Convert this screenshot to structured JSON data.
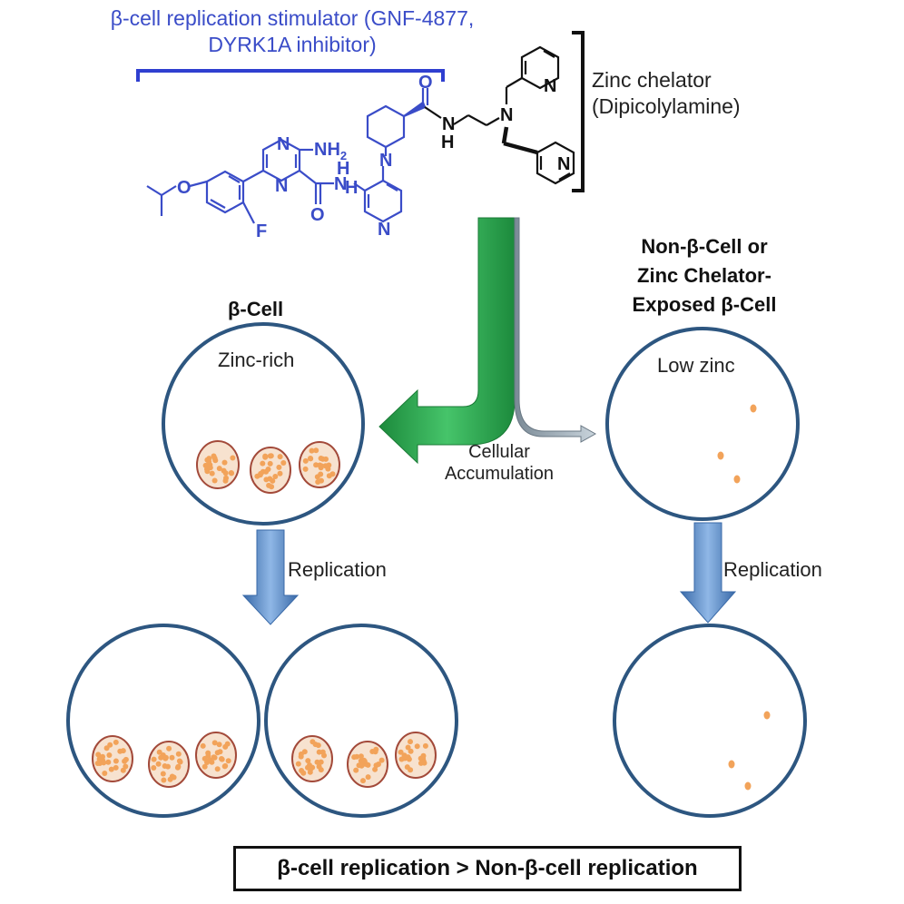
{
  "stimulator_label": [
    "β-cell replication stimulator (GNF-4877,",
    "DYRK1A inhibitor)"
  ],
  "chelator_label": [
    "Zinc chelator",
    "(Dipicolylamine)"
  ],
  "molecule_atoms": {
    "n_top": "N",
    "nh2": "NH",
    "nh2_sub": "2",
    "n_pyrazine_bottom": "N",
    "o_ether": "O",
    "f": "F",
    "o_amide_1": "O",
    "nh_amide_1": "N",
    "h_amide_1": "H",
    "n_piperidine": "N",
    "h_piperidine": "H",
    "n_pyridine": "N",
    "o_amide_2": "O",
    "nh_amide_2_n": "N",
    "nh_amide_2_h": "H",
    "n_tertiary": "N",
    "n_pyr_top": "N",
    "n_pyr_bottom": "N"
  },
  "beta_cell": {
    "title": "β-Cell",
    "zinc_label": "Zinc-rich"
  },
  "non_beta_cell": {
    "title": [
      "Non-β-Cell  or",
      "Zinc Chelator-",
      "Exposed β-Cell"
    ],
    "zinc_label": "Low zinc"
  },
  "accumulation_label": [
    "Cellular",
    "Accumulation"
  ],
  "replication_label": "Replication",
  "conclusion": "β-cell replication > Non-β-cell replication",
  "colors": {
    "molecule_blue": "#3a4cc8",
    "cell_border": "#2d5680",
    "granule_fill": "#f2b27e",
    "granule_border": "#a34a3a",
    "green_arrow": "#2ea84f",
    "blue_arrow": "#5b8fcf",
    "text": "#222222"
  }
}
